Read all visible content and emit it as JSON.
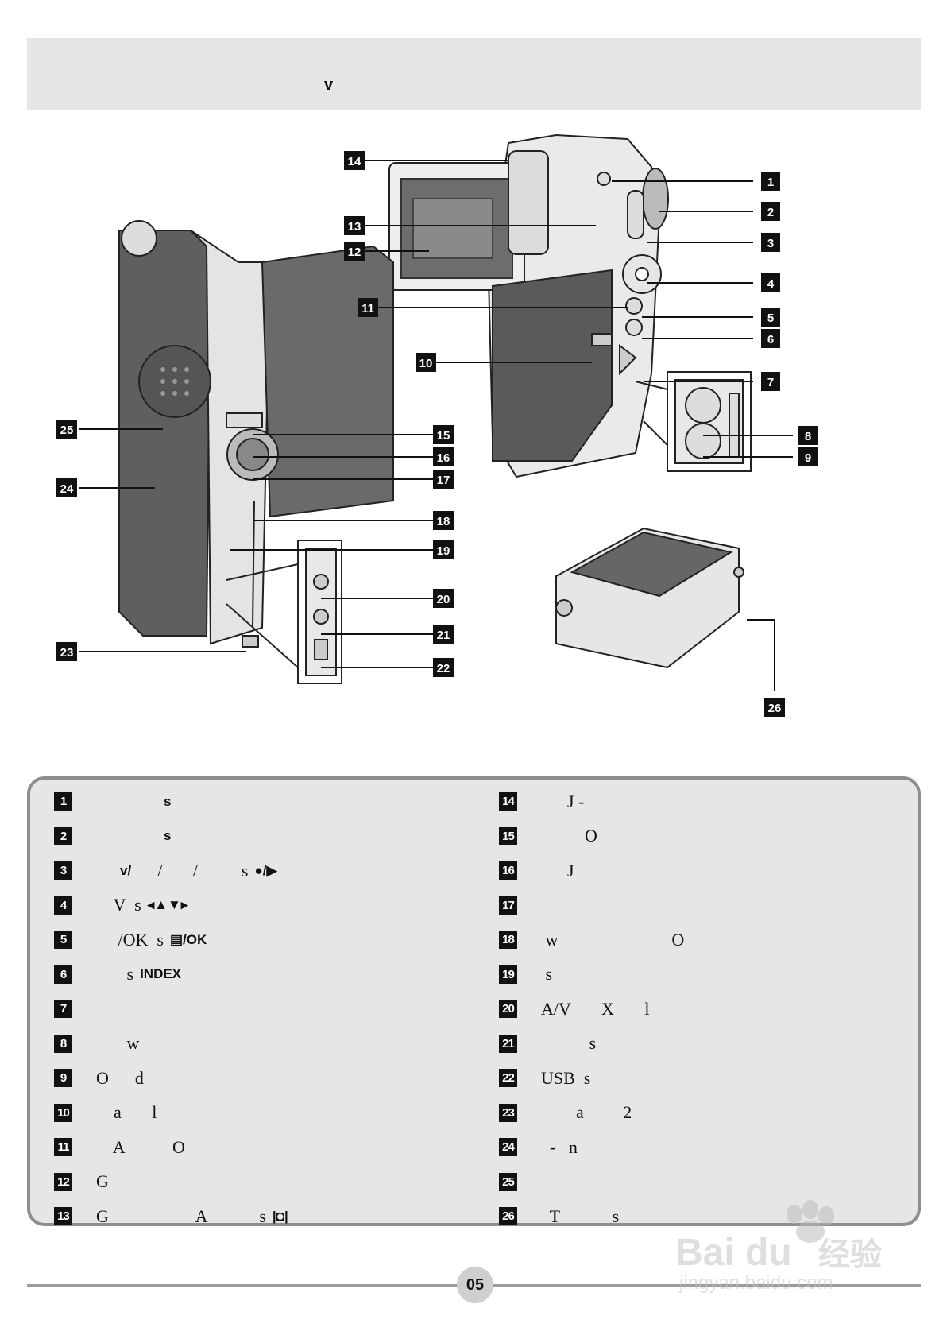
{
  "header": {
    "title": "v"
  },
  "callouts": [
    "1",
    "2",
    "3",
    "4",
    "5",
    "6",
    "7",
    "8",
    "9",
    "10",
    "11",
    "12",
    "13",
    "14",
    "15",
    "16",
    "17",
    "18",
    "19",
    "20",
    "21",
    "22",
    "23",
    "24",
    "25",
    "26"
  ],
  "legend": {
    "left": [
      {
        "num": "1",
        "text": "              ",
        "sym": "s"
      },
      {
        "num": "2",
        "text": "              ",
        "sym": "s"
      },
      {
        "num": "3",
        "text": "    ",
        "sym": "v/",
        "text2": "      /       /          s"
      },
      {
        "num": "4",
        "text": "    V  s"
      },
      {
        "num": "5",
        "text": "     /OK  s",
        "sym": "/OK"
      },
      {
        "num": "6",
        "text": "       s",
        "sym": "INDEX"
      },
      {
        "num": "7",
        "text": ""
      },
      {
        "num": "8",
        "text": "       w"
      },
      {
        "num": "9",
        "text": "O      d"
      },
      {
        "num": "10",
        "text": "    a       l"
      },
      {
        "num": "11",
        "text": "    A           O"
      },
      {
        "num": "12",
        "text": "G"
      },
      {
        "num": "13",
        "text": "G                    A            s"
      }
    ],
    "right": [
      {
        "num": "14",
        "text": "      J -"
      },
      {
        "num": "15",
        "text": "          O"
      },
      {
        "num": "16",
        "text": "      J"
      },
      {
        "num": "17",
        "text": ""
      },
      {
        "num": "18",
        "text": " w                          O"
      },
      {
        "num": "19",
        "text": " s"
      },
      {
        "num": "20",
        "text": "A/V       X       l"
      },
      {
        "num": "21",
        "text": "           s"
      },
      {
        "num": "22",
        "text": "USB  s"
      },
      {
        "num": "23",
        "text": "        a         2"
      },
      {
        "num": "24",
        "text": "  -   n"
      },
      {
        "num": "25",
        "text": ""
      },
      {
        "num": "26",
        "text": "  T            s"
      }
    ]
  },
  "footer": {
    "page_number": "05"
  },
  "watermark": {
    "brand": "Bai du",
    "cn": "经验",
    "url": "jingyan.baidu.com"
  },
  "colors": {
    "band": "#e6e6e6",
    "border": "#8e8e8e",
    "badge": "#111111",
    "panel": "#555555"
  }
}
